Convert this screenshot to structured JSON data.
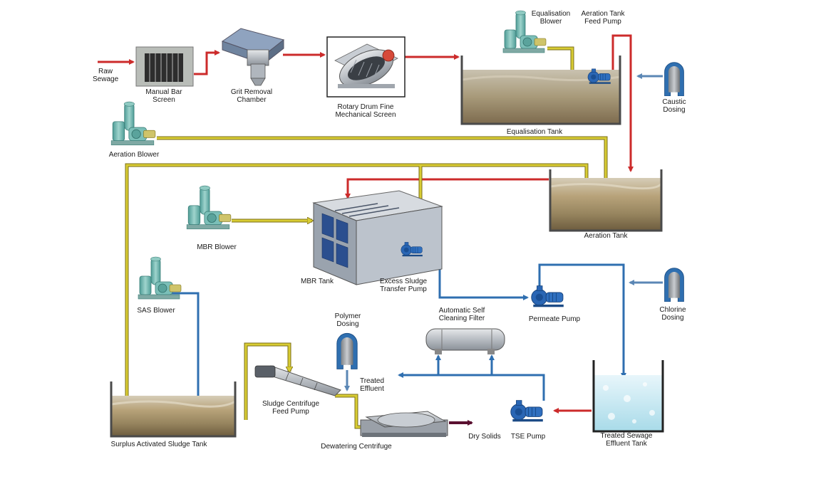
{
  "colors": {
    "sewage_line": "#cc2b2b",
    "air_line": "#d8cc33",
    "air_line_edge": "#7a6e18",
    "water_line": "#2f6fb0",
    "sludge_line": "#5a1030",
    "dosing_line": "#5b87b5",
    "tank_wall": "#4a4a4a",
    "equipment_teal": "#6fb7b0",
    "pump_blue": "#1f58a8"
  },
  "labels": {
    "raw_sewage_1": "Raw",
    "raw_sewage_2": "Sewage",
    "manual_bar_screen_1": "Manual Bar",
    "manual_bar_screen_2": "Screen",
    "grit_removal_1": "Grit Removal",
    "grit_removal_2": "Chamber",
    "rotary_drum_1": "Rotary Drum Fine",
    "rotary_drum_2": "Mechanical Screen",
    "equalisation_blower_1": "Equalisation",
    "equalisation_blower_2": "Blower",
    "aeration_feed_pump_1": "Aeration Tank",
    "aeration_feed_pump_2": "Feed Pump",
    "equalisation_tank": "Equalisation Tank",
    "caustic_dosing_1": "Caustic",
    "caustic_dosing_2": "Dosing",
    "aeration_blower": "Aeration Blower",
    "aeration_tank": "Aeration Tank",
    "mbr_blower": "MBR Blower",
    "mbr_tank": "MBR Tank",
    "excess_sludge_pump_1": "Excess Sludge",
    "excess_sludge_pump_2": "Transfer Pump",
    "sas_blower": "SAS Blower",
    "permeate_pump": "Permeate Pump",
    "chlorine_dosing_1": "Chlorine",
    "chlorine_dosing_2": "Dosing",
    "auto_filter_1": "Automatic Self",
    "auto_filter_2": "Cleaning Filter",
    "polymer_dosing_1": "Polymer",
    "polymer_dosing_2": "Dosing",
    "treated_effluent_1": "Treated",
    "treated_effluent_2": "Effluent",
    "sludge_feed_pump_1": "Sludge Centrifuge",
    "sludge_feed_pump_2": "Feed Pump",
    "dry_solids": "Dry Solids",
    "tse_pump": "TSE Pump",
    "tse_tank_1": "Treated Sewage",
    "tse_tank_2": "Effluent Tank",
    "surplus_tank": "Surplus Activated Sludge Tank",
    "dewatering_centrifuge": "Dewatering Centrifuge"
  }
}
